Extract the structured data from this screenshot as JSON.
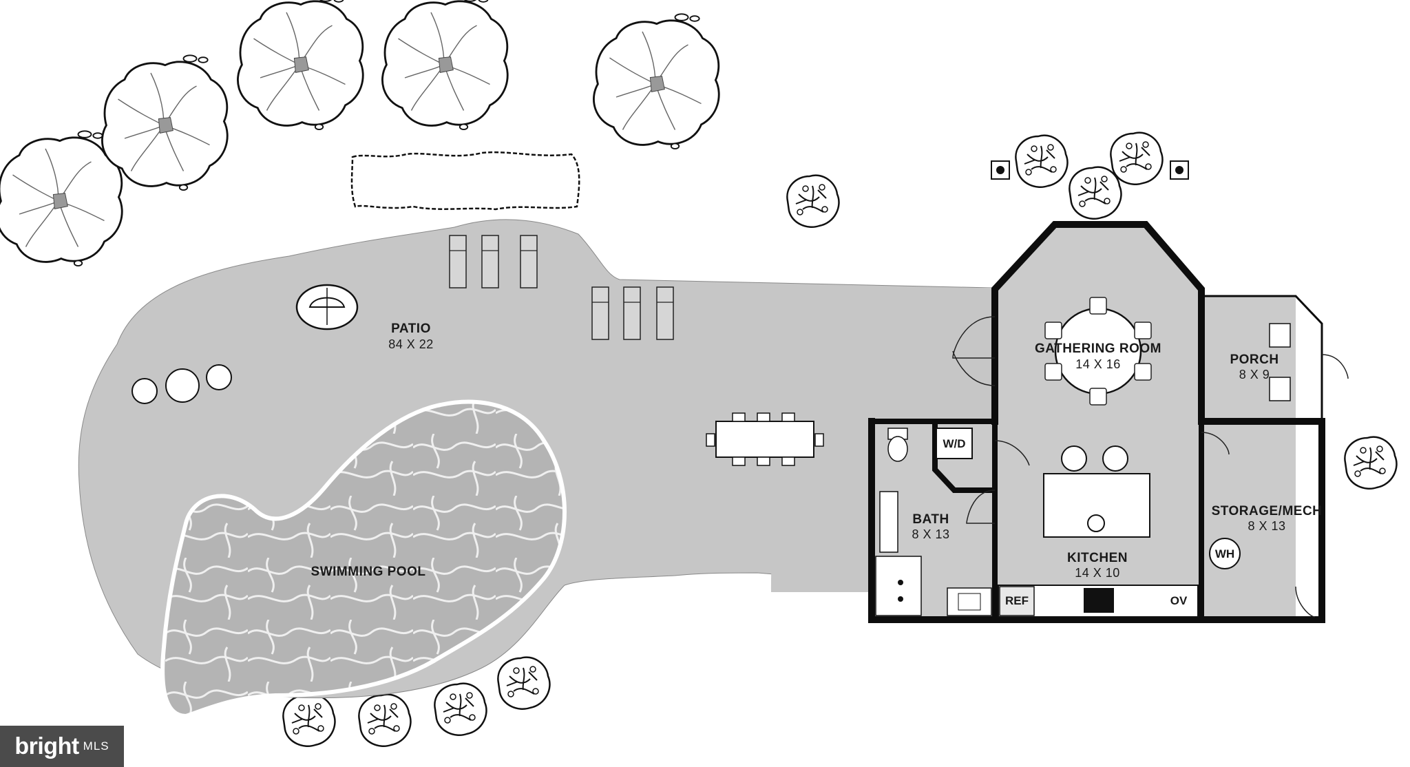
{
  "rooms": {
    "patio": {
      "name": "PATIO",
      "dims": "84 X 22"
    },
    "pool": {
      "name": "SWIMMING POOL"
    },
    "gathering": {
      "name": "GATHERING ROOM",
      "dims": "14 X 16"
    },
    "porch": {
      "name": "PORCH",
      "dims": "8 X 9"
    },
    "bath": {
      "name": "BATH",
      "dims": "8 X 13"
    },
    "kitchen": {
      "name": "KITCHEN",
      "dims": "14 X 10"
    },
    "storage": {
      "name": "STORAGE/MECH",
      "dims": "8 X 13"
    }
  },
  "fixtures": {
    "washer_dryer": "W/D",
    "refrigerator": "REF",
    "oven": "OV",
    "water_heater": "WH"
  },
  "watermark": {
    "brand": "bright",
    "suffix": "MLS"
  },
  "colors": {
    "patio": "#c4c4c4",
    "floor": "#cbcbcb",
    "wall": "#0d0d0d",
    "pool": "#b9b9b9"
  }
}
